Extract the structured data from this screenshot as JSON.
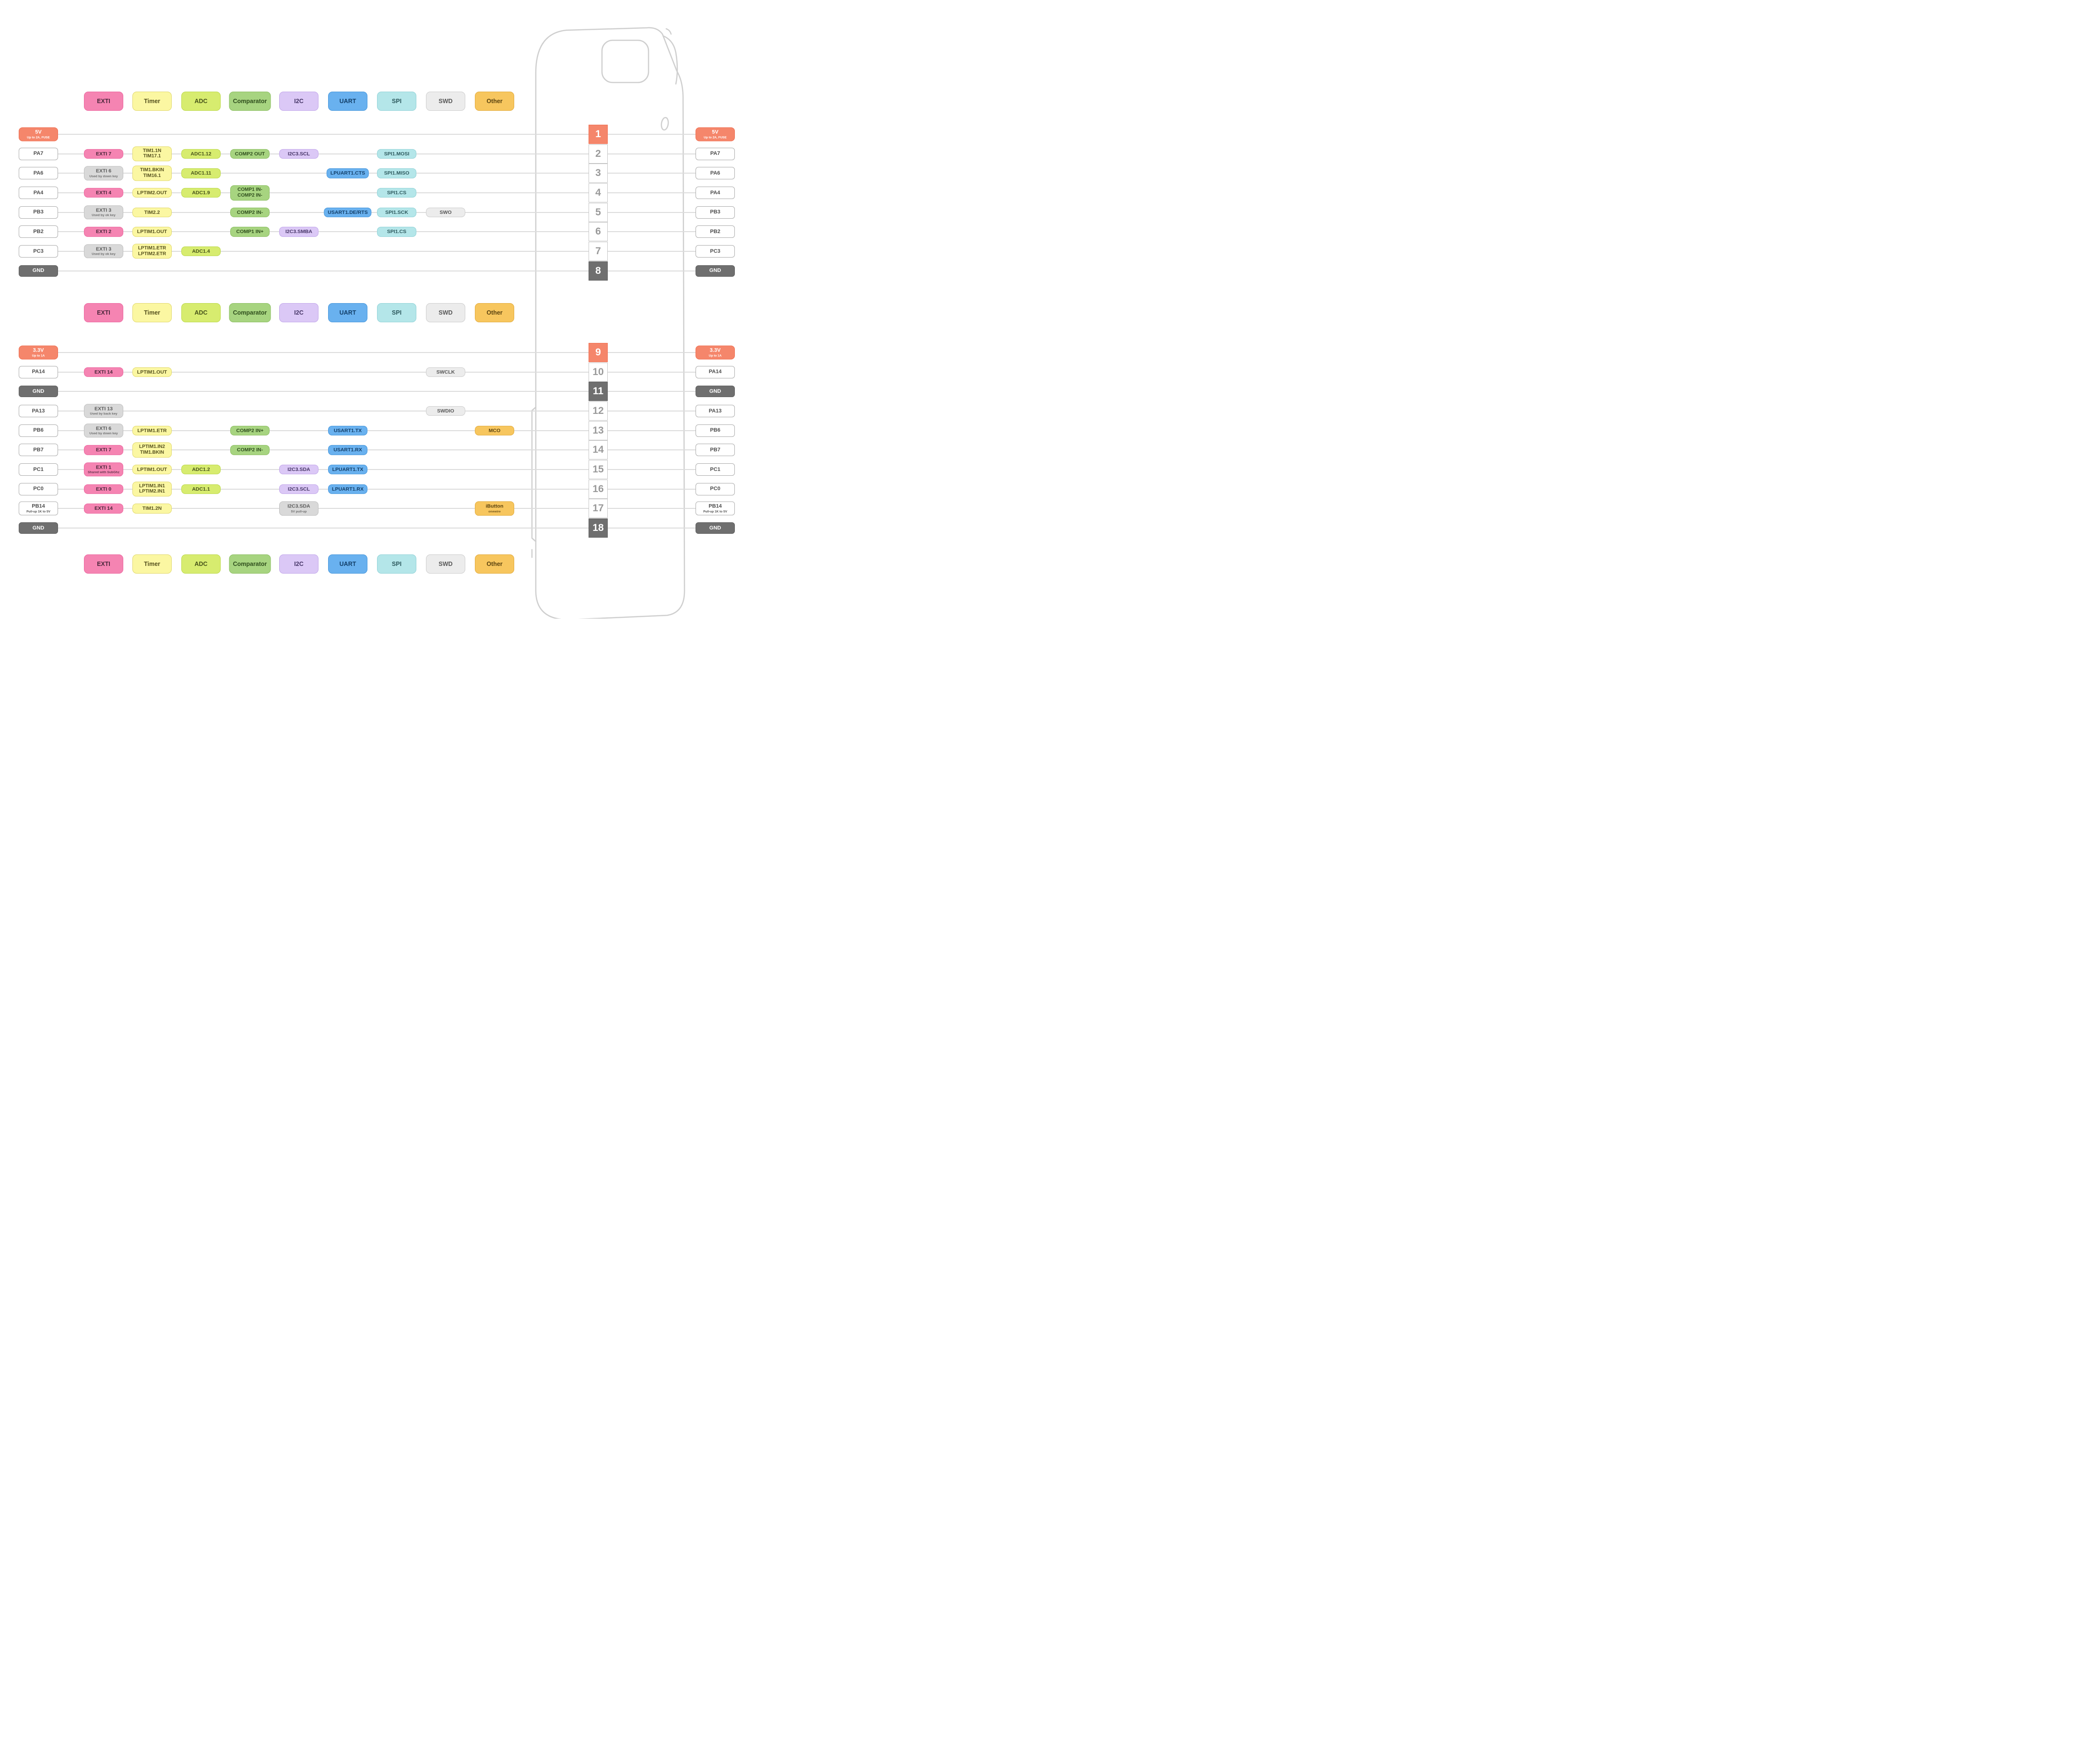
{
  "palette": {
    "exti": {
      "bg": "#F584B2",
      "border": "#EC67A0",
      "text": "#49263A"
    },
    "gray": {
      "bg": "#D9D9D9",
      "border": "#C0C0C0",
      "text": "#5A5A5A"
    },
    "timer": {
      "bg": "#FBF7A2",
      "border": "#E2D96F",
      "text": "#56511E"
    },
    "adc": {
      "bg": "#D7EC6F",
      "border": "#BCD94C",
      "text": "#47531A"
    },
    "comp": {
      "bg": "#A7D480",
      "border": "#8CBE62",
      "text": "#2F4E1D"
    },
    "i2c": {
      "bg": "#DBC8F6",
      "border": "#C3A8EB",
      "text": "#463567"
    },
    "uart": {
      "bg": "#69B1EF",
      "border": "#4897DB",
      "text": "#123E68"
    },
    "spi": {
      "bg": "#B4E6E9",
      "border": "#93D3D8",
      "text": "#2E5A5E"
    },
    "swd": {
      "bg": "#ECECEC",
      "border": "#CECECE",
      "text": "#565656"
    },
    "other": {
      "bg": "#F7C65E",
      "border": "#E2AB3E",
      "text": "#5B430F"
    },
    "power": {
      "bg": "#F5866B",
      "border": "#EF6F52",
      "text": "#FFFFFF"
    },
    "gnd": {
      "bg": "#6F6F6F",
      "border": "#5F5F5F",
      "text": "#FFFFFF"
    },
    "port": {
      "bg": "#FFFFFF",
      "border": "#ACACAC",
      "text": "#4E4E4E"
    },
    "pin": {
      "bg": "#FFFFFF",
      "border": "#C6C6C6",
      "text": "#9A9A9A"
    }
  },
  "legend": {
    "items": [
      {
        "label": "EXTI",
        "style": "exti",
        "col": "exti"
      },
      {
        "label": "Timer",
        "style": "timer",
        "col": "timer"
      },
      {
        "label": "ADC",
        "style": "adc",
        "col": "adc"
      },
      {
        "label": "Comparator",
        "style": "comp",
        "col": "comp"
      },
      {
        "label": "I2C",
        "style": "i2c",
        "col": "i2c"
      },
      {
        "label": "UART",
        "style": "uart",
        "col": "uart"
      },
      {
        "label": "SPI",
        "style": "spi",
        "col": "spi"
      },
      {
        "label": "SWD",
        "style": "swd",
        "col": "swd"
      },
      {
        "label": "Other",
        "style": "other",
        "col": "other"
      }
    ]
  },
  "sections": [
    {
      "rows": [
        {
          "pin": "1",
          "pin_style": "power",
          "left": {
            "label": "5V",
            "sub": "Up to 2A, FUSE",
            "style": "power"
          },
          "right": {
            "label": "5V",
            "sub": "Up to 2A, FUSE",
            "style": "power"
          },
          "badges": []
        },
        {
          "pin": "2",
          "pin_style": "pin",
          "left": {
            "label": "PA7",
            "style": "port"
          },
          "right": {
            "label": "PA7",
            "style": "port"
          },
          "badges": [
            {
              "col": "exti",
              "style": "exti",
              "label": "EXTI 7"
            },
            {
              "col": "timer",
              "style": "timer",
              "label": "TIM1.1N",
              "label2": "TIM17.1"
            },
            {
              "col": "adc",
              "style": "adc",
              "label": "ADC1.12"
            },
            {
              "col": "comp",
              "style": "comp",
              "label": "COMP2 OUT"
            },
            {
              "col": "i2c",
              "style": "i2c",
              "label": "I2C3.SCL"
            },
            {
              "col": "spi",
              "style": "spi",
              "label": "SPI1.MOSI"
            }
          ]
        },
        {
          "pin": "3",
          "pin_style": "pin",
          "left": {
            "label": "PA6",
            "style": "port"
          },
          "right": {
            "label": "PA6",
            "style": "port"
          },
          "badges": [
            {
              "col": "exti",
              "style": "gray",
              "label": "EXTI 6",
              "sub": "Used by down key"
            },
            {
              "col": "timer",
              "style": "timer",
              "label": "TIM1.BKIN",
              "label2": "TIM16.1"
            },
            {
              "col": "adc",
              "style": "adc",
              "label": "ADC1.11"
            },
            {
              "col": "uart",
              "style": "uart",
              "label": "LPUART1.CTS"
            },
            {
              "col": "spi",
              "style": "spi",
              "label": "SPI1.MISO"
            }
          ]
        },
        {
          "pin": "4",
          "pin_style": "pin",
          "left": {
            "label": "PA4",
            "style": "port"
          },
          "right": {
            "label": "PA4",
            "style": "port"
          },
          "badges": [
            {
              "col": "exti",
              "style": "exti",
              "label": "EXTI 4"
            },
            {
              "col": "timer",
              "style": "timer",
              "label": "LPTIM2.OUT"
            },
            {
              "col": "adc",
              "style": "adc",
              "label": "ADC1.9"
            },
            {
              "col": "comp",
              "style": "comp",
              "label": "COMP1 IN-",
              "label2": "COMP2 IN-"
            },
            {
              "col": "spi",
              "style": "spi",
              "label": "SPI1.CS"
            }
          ]
        },
        {
          "pin": "5",
          "pin_style": "pin",
          "left": {
            "label": "PB3",
            "style": "port"
          },
          "right": {
            "label": "PB3",
            "style": "port"
          },
          "badges": [
            {
              "col": "exti",
              "style": "gray",
              "label": "EXTI 3",
              "sub": "Used by ok key"
            },
            {
              "col": "timer",
              "style": "timer",
              "label": "TIM2.2"
            },
            {
              "col": "comp",
              "style": "comp",
              "label": "COMP2 IN-"
            },
            {
              "col": "uart",
              "style": "uart",
              "label": "USART1.DE/RTS"
            },
            {
              "col": "spi",
              "style": "spi",
              "label": "SPI1.SCK"
            },
            {
              "col": "swd",
              "style": "swd",
              "label": "SWO"
            }
          ]
        },
        {
          "pin": "6",
          "pin_style": "pin",
          "left": {
            "label": "PB2",
            "style": "port"
          },
          "right": {
            "label": "PB2",
            "style": "port"
          },
          "badges": [
            {
              "col": "exti",
              "style": "exti",
              "label": "EXTI 2"
            },
            {
              "col": "timer",
              "style": "timer",
              "label": "LPTIM1.OUT"
            },
            {
              "col": "comp",
              "style": "comp",
              "label": "COMP1 IN+"
            },
            {
              "col": "i2c",
              "style": "i2c",
              "label": "I2C3.SMBA"
            },
            {
              "col": "spi",
              "style": "spi",
              "label": "SPI1.CS"
            }
          ]
        },
        {
          "pin": "7",
          "pin_style": "pin",
          "left": {
            "label": "PC3",
            "style": "port"
          },
          "right": {
            "label": "PC3",
            "style": "port"
          },
          "badges": [
            {
              "col": "exti",
              "style": "gray",
              "label": "EXTI 3",
              "sub": "Used by ok key"
            },
            {
              "col": "timer",
              "style": "timer",
              "label": "LPTIM1.ETR",
              "label2": "LPTIM2.ETR"
            },
            {
              "col": "adc",
              "style": "adc",
              "label": "ADC1.4"
            }
          ]
        },
        {
          "pin": "8",
          "pin_style": "gnd",
          "left": {
            "label": "GND",
            "style": "gnd"
          },
          "right": {
            "label": "GND",
            "style": "gnd"
          },
          "badges": []
        }
      ]
    },
    {
      "rows": [
        {
          "pin": "9",
          "pin_style": "power",
          "left": {
            "label": "3.3V",
            "sub": "Up to 1A",
            "style": "power"
          },
          "right": {
            "label": "3.3V",
            "sub": "Up to 1A",
            "style": "power"
          },
          "badges": []
        },
        {
          "pin": "10",
          "pin_style": "pin",
          "left": {
            "label": "PA14",
            "style": "port"
          },
          "right": {
            "label": "PA14",
            "style": "port"
          },
          "badges": [
            {
              "col": "exti",
              "style": "exti",
              "label": "EXTI 14"
            },
            {
              "col": "timer",
              "style": "timer",
              "label": "LPTIM1.OUT"
            },
            {
              "col": "swd",
              "style": "swd",
              "label": "SWCLK"
            }
          ]
        },
        {
          "pin": "11",
          "pin_style": "gnd",
          "left": {
            "label": "GND",
            "style": "gnd"
          },
          "right": {
            "label": "GND",
            "style": "gnd"
          },
          "badges": []
        },
        {
          "pin": "12",
          "pin_style": "pin",
          "left": {
            "label": "PA13",
            "style": "port"
          },
          "right": {
            "label": "PA13",
            "style": "port"
          },
          "badges": [
            {
              "col": "exti",
              "style": "gray",
              "label": "EXTI 13",
              "sub": "Used by back key"
            },
            {
              "col": "swd",
              "style": "swd",
              "label": "SWDIO"
            }
          ]
        },
        {
          "pin": "13",
          "pin_style": "pin",
          "left": {
            "label": "PB6",
            "style": "port"
          },
          "right": {
            "label": "PB6",
            "style": "port"
          },
          "badges": [
            {
              "col": "exti",
              "style": "gray",
              "label": "EXTI 6",
              "sub": "Used by down key"
            },
            {
              "col": "timer",
              "style": "timer",
              "label": "LPTIM1.ETR"
            },
            {
              "col": "comp",
              "style": "comp",
              "label": "COMP2 IN+"
            },
            {
              "col": "uart",
              "style": "uart",
              "label": "USART1.TX"
            },
            {
              "col": "other",
              "style": "other",
              "label": "MCO"
            }
          ]
        },
        {
          "pin": "14",
          "pin_style": "pin",
          "left": {
            "label": "PB7",
            "style": "port"
          },
          "right": {
            "label": "PB7",
            "style": "port"
          },
          "badges": [
            {
              "col": "exti",
              "style": "exti",
              "label": "EXTI 7"
            },
            {
              "col": "timer",
              "style": "timer",
              "label": "LPTIM1.IN2",
              "label2": "TIM1.BKIN"
            },
            {
              "col": "comp",
              "style": "comp",
              "label": "COMP2 IN-"
            },
            {
              "col": "uart",
              "style": "uart",
              "label": "USART1.RX"
            }
          ]
        },
        {
          "pin": "15",
          "pin_style": "pin",
          "left": {
            "label": "PC1",
            "style": "port"
          },
          "right": {
            "label": "PC1",
            "style": "port"
          },
          "badges": [
            {
              "col": "exti",
              "style": "exti",
              "label": "EXTI 1",
              "sub": "Shared with SubGhz"
            },
            {
              "col": "timer",
              "style": "timer",
              "label": "LPTIM1.OUT"
            },
            {
              "col": "adc",
              "style": "adc",
              "label": "ADC1.2"
            },
            {
              "col": "i2c",
              "style": "i2c",
              "label": "I2C3.SDA"
            },
            {
              "col": "uart",
              "style": "uart",
              "label": "LPUART1.TX"
            }
          ]
        },
        {
          "pin": "16",
          "pin_style": "pin",
          "left": {
            "label": "PC0",
            "style": "port"
          },
          "right": {
            "label": "PC0",
            "style": "port"
          },
          "badges": [
            {
              "col": "exti",
              "style": "exti",
              "label": "EXTI 0"
            },
            {
              "col": "timer",
              "style": "timer",
              "label": "LPTIM1.IN1",
              "label2": "LPTIM2.IN1"
            },
            {
              "col": "adc",
              "style": "adc",
              "label": "ADC1.1"
            },
            {
              "col": "i2c",
              "style": "i2c",
              "label": "I2C3.SCL"
            },
            {
              "col": "uart",
              "style": "uart",
              "label": "LPUART1.RX"
            }
          ]
        },
        {
          "pin": "17",
          "pin_style": "pin",
          "left": {
            "label": "PB14",
            "sub": "Pull-up 1K to 5V",
            "style": "port"
          },
          "right": {
            "label": "PB14",
            "sub": "Pull-up 1K to 5V",
            "style": "port"
          },
          "badges": [
            {
              "col": "exti",
              "style": "exti",
              "label": "EXTI 14"
            },
            {
              "col": "timer",
              "style": "timer",
              "label": "TIM1.2N"
            },
            {
              "col": "i2c",
              "style": "gray",
              "label": "I2C3.SDA",
              "sub": "5V pull-up"
            },
            {
              "col": "other",
              "style": "other",
              "label": "iButton",
              "sub": "onewire"
            }
          ]
        },
        {
          "pin": "18",
          "pin_style": "gnd",
          "left": {
            "label": "GND",
            "style": "gnd"
          },
          "right": {
            "label": "GND",
            "style": "gnd"
          },
          "badges": []
        }
      ]
    }
  ]
}
